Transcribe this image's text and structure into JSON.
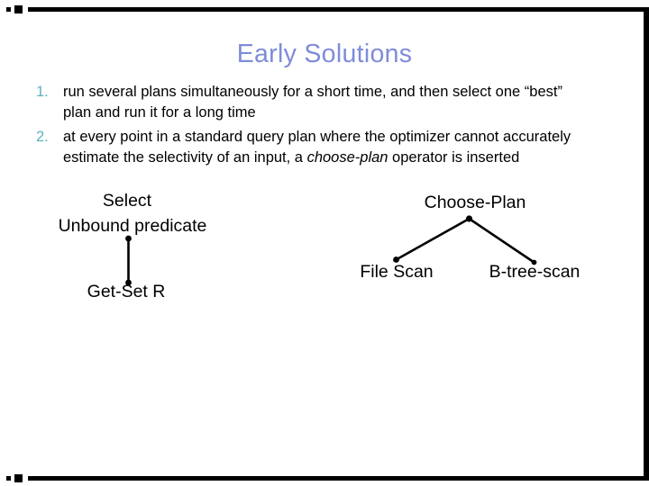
{
  "slide": {
    "background": "#ffffff"
  },
  "frame": {
    "color": "#000000"
  },
  "title": {
    "text": "Early Solutions",
    "color": "#7f8cd9"
  },
  "list": {
    "number_color": "#5fb0c1",
    "text_color": "#000000",
    "items": [
      {
        "number": "1.",
        "line1": "run several plans simultaneously for a short time, and then select one “best”",
        "line2": "plan and run it for a long time"
      },
      {
        "number": "2.",
        "line1": "at every point in a standard query plan where the optimizer cannot accurately",
        "line2_pre": "estimate the selectivity of an input, a ",
        "line2_em": "choose-plan",
        "line2_post": " operator is inserted"
      }
    ]
  },
  "diagram": {
    "line_color": "#000000",
    "left_tree": {
      "operator": "Select",
      "predicate": "Unbound predicate",
      "leaf": "Get-Set R"
    },
    "right_tree": {
      "root": "Choose-Plan",
      "left_leaf": "File Scan",
      "right_leaf": "B-tree-scan"
    }
  }
}
